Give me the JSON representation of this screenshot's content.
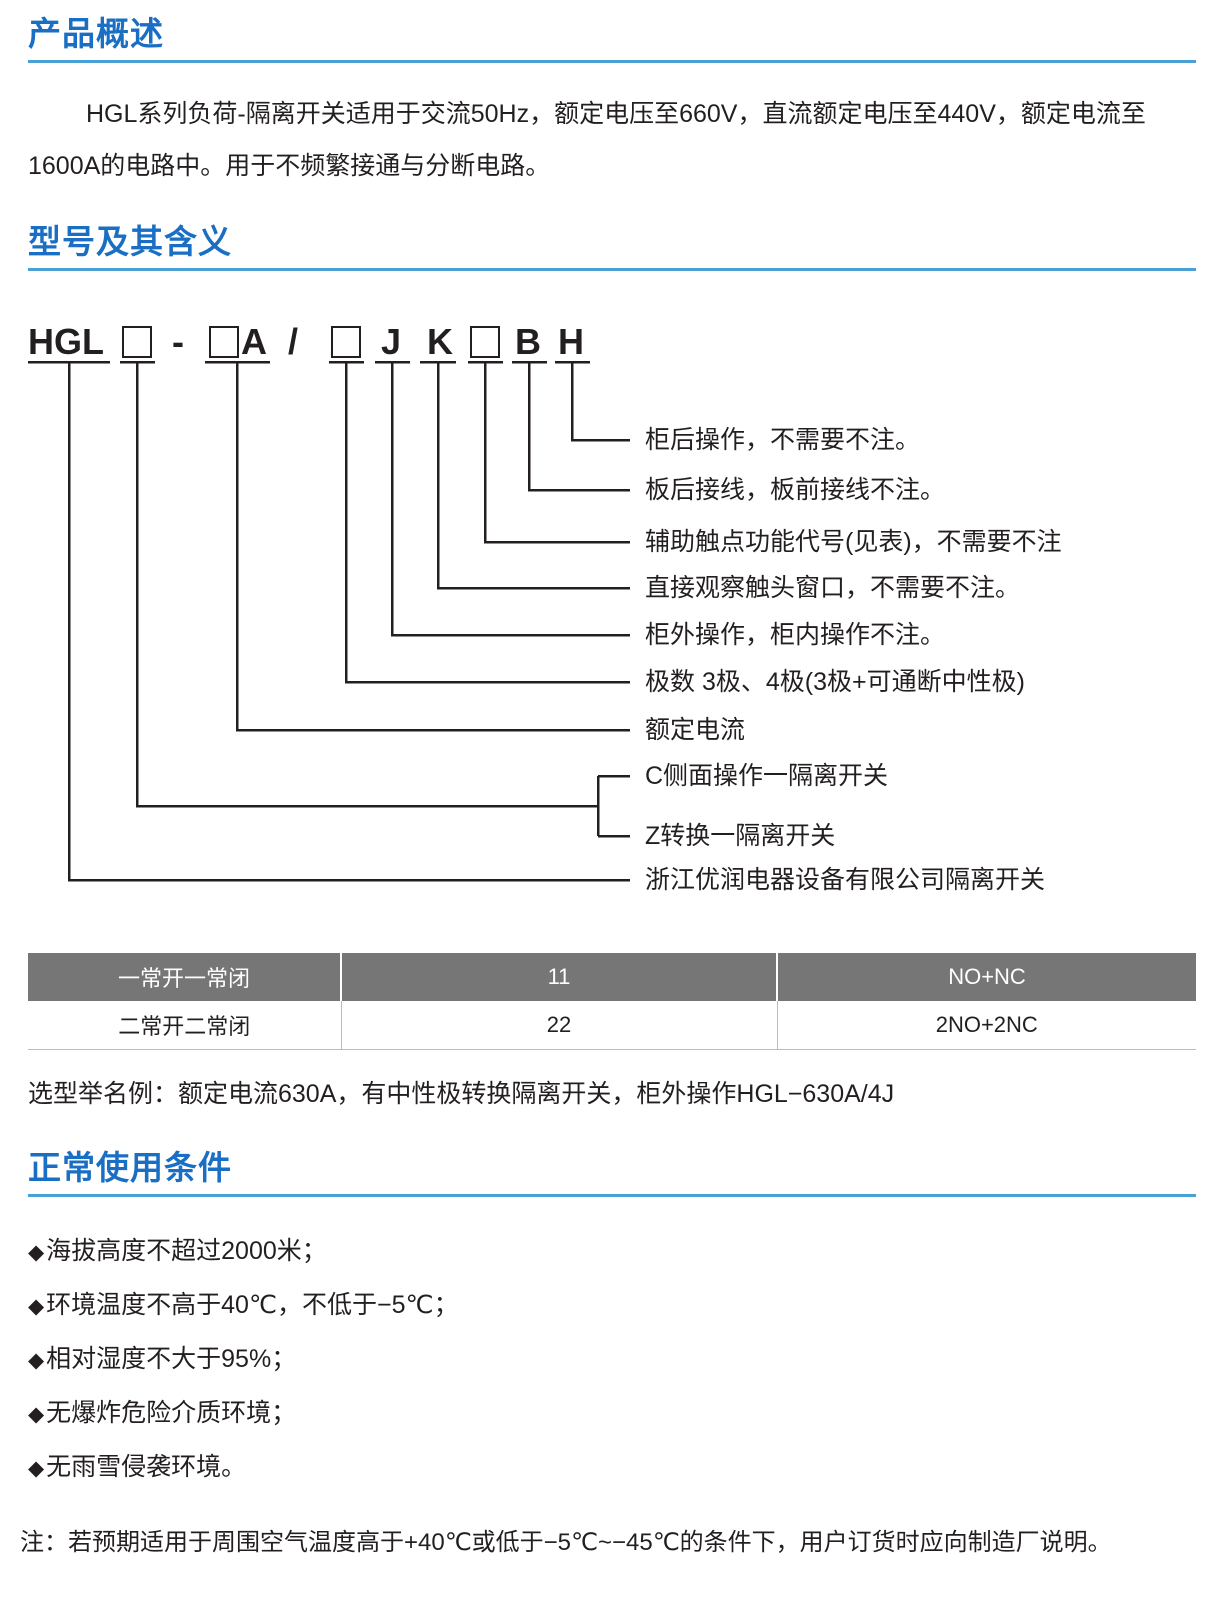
{
  "sections": {
    "overview": {
      "heading": "产品概述",
      "paragraph": "HGL系列负荷-隔离开关适用于交流50Hz，额定电压至660V，直流额定电压至440V，额定电流至1600A的电路中。用于不频繁接通与分断电路。"
    },
    "model": {
      "heading": "型号及其含义"
    },
    "conditions": {
      "heading": "正常使用条件"
    }
  },
  "model_code": {
    "elements": [
      {
        "text": "HGL",
        "type": "text"
      },
      {
        "text": "□",
        "type": "box"
      },
      {
        "text": "-",
        "type": "text"
      },
      {
        "text": "□",
        "type": "box"
      },
      {
        "text": "A",
        "type": "text"
      },
      {
        "text": "/",
        "type": "text"
      },
      {
        "text": "□",
        "type": "box"
      },
      {
        "text": "J",
        "type": "text"
      },
      {
        "text": "K",
        "type": "text"
      },
      {
        "text": "□",
        "type": "box"
      },
      {
        "text": "B",
        "type": "text"
      },
      {
        "text": "H",
        "type": "text"
      }
    ],
    "full_code": "HGL □ - □A / □ J K □ B H",
    "labels": [
      "柜后操作，不需要不注。",
      "板后接线，板前接线不注。",
      "辅助触点功能代号(见表)，不需要不注",
      "直接观察触头窗口，不需要不注。",
      "柜外操作，柜内操作不注。",
      "极数 3极、4极(3极+可通断中性极)",
      "额定电流",
      "C侧面操作一隔离开关",
      "Z转换一隔离开关",
      "浙江优润电器设备有限公司隔离开关"
    ]
  },
  "contact_table": {
    "rows": [
      {
        "name": "一常开一常闭",
        "code": "11",
        "designation": "NO+NC"
      },
      {
        "name": "二常开二常闭",
        "code": "22",
        "designation": "2NO+2NC"
      }
    ]
  },
  "example_text": "选型举名例：额定电流630A，有中性极转换隔离开关，柜外操作HGL−630A/4J",
  "conditions_list": [
    "海拔高度不超过2000米；",
    "环境温度不高于40℃，不低于−5℃；",
    "相对湿度不大于95%；",
    "无爆炸危险介质环境；",
    "无雨雪侵袭环境。"
  ],
  "bullet_glyph": "◆",
  "note_text": "注：若预期适用于周围空气温度高于+40℃或低于−5℃~−45℃的条件下，用户订货时应向制造厂说明。",
  "colors": {
    "heading_blue": "#1a6fc4",
    "rule_blue": "#4a9fd5",
    "table_header_gray": "#767676",
    "text_dark": "#231f20"
  }
}
